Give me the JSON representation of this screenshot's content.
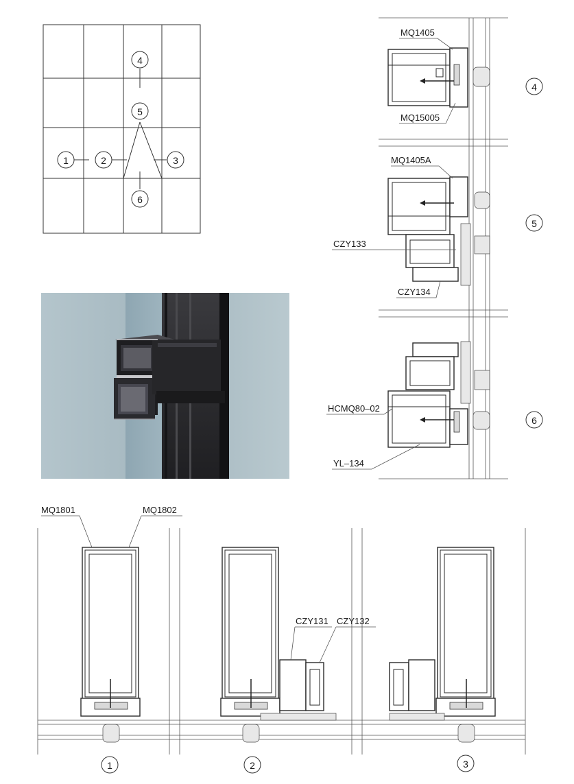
{
  "elevation_markers": [
    "4",
    "5",
    "1",
    "2",
    "3",
    "6"
  ],
  "section_markers": [
    "4",
    "5",
    "6"
  ],
  "bottom_markers": [
    "1",
    "2",
    "3"
  ],
  "labels": {
    "mq1405": "MQ1405",
    "mq15005": "MQ15005",
    "mq1405a": "MQ1405A",
    "czy133": "CZY133",
    "czy134": "CZY134",
    "hcmq8002": "HCMQ80–02",
    "yl134": "YL–134",
    "mq1801": "MQ1801",
    "mq1802": "MQ1802",
    "czy131": "CZY131",
    "czy132": "CZY132"
  },
  "colors": {
    "line": "#333333",
    "photo_bg": "#a9bcc4",
    "profile_dark": "#2b2b2e"
  }
}
